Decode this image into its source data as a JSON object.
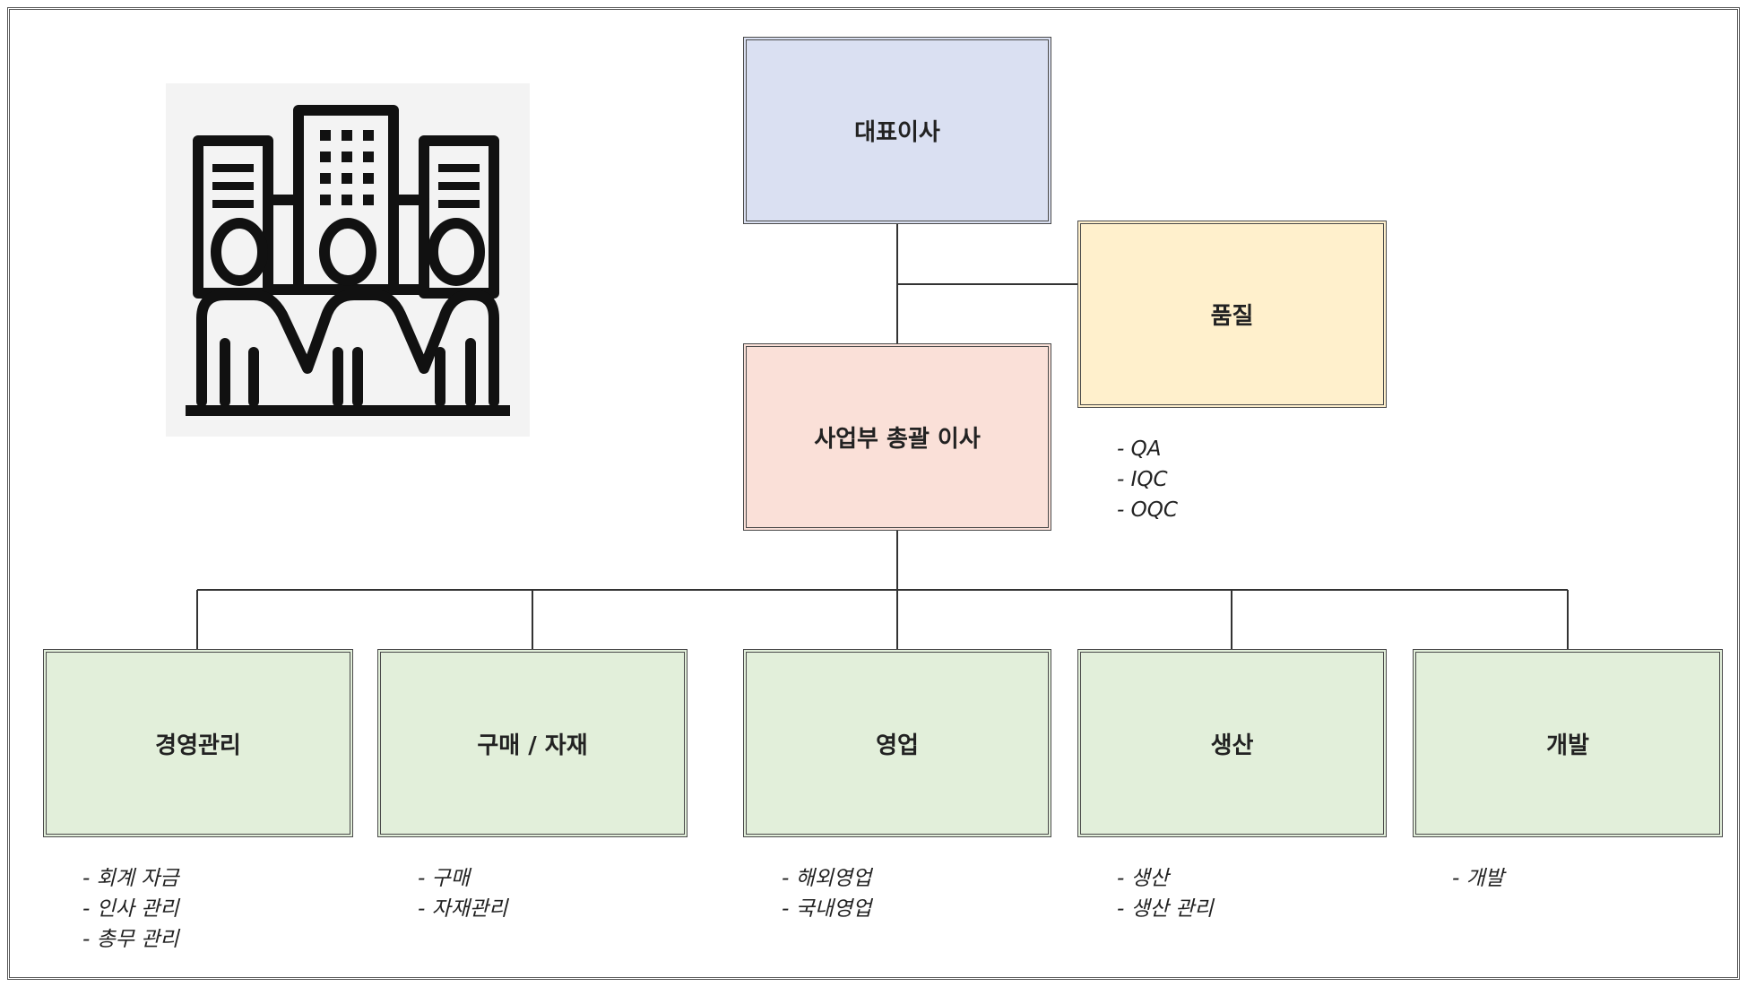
{
  "colors": {
    "ceo": "#dae0f2",
    "quality": "#fff0cc",
    "director": "#fae0d8",
    "department": "#e2efda",
    "border": "#4a4a4a",
    "line": "#333333"
  },
  "logo": {
    "icon": "city-team-icon"
  },
  "ceo": {
    "label": "대표이사"
  },
  "quality": {
    "label": "품질",
    "tasks": [
      "- QA",
      "- IQC",
      "- OQC"
    ]
  },
  "director": {
    "label": "사업부 총괄 이사"
  },
  "departments": [
    {
      "label": "경영관리",
      "tasks": [
        "- 회계 자금",
        "- 인사 관리",
        "- 총무 관리"
      ]
    },
    {
      "label": "구매 / 자재",
      "tasks": [
        "- 구매",
        "- 자재관리"
      ]
    },
    {
      "label": "영업",
      "tasks": [
        "- 해외영업",
        "- 국내영업"
      ]
    },
    {
      "label": "생산",
      "tasks": [
        "- 생산",
        "- 생산 관리"
      ]
    },
    {
      "label": "개발",
      "tasks": [
        "- 개발"
      ]
    }
  ]
}
